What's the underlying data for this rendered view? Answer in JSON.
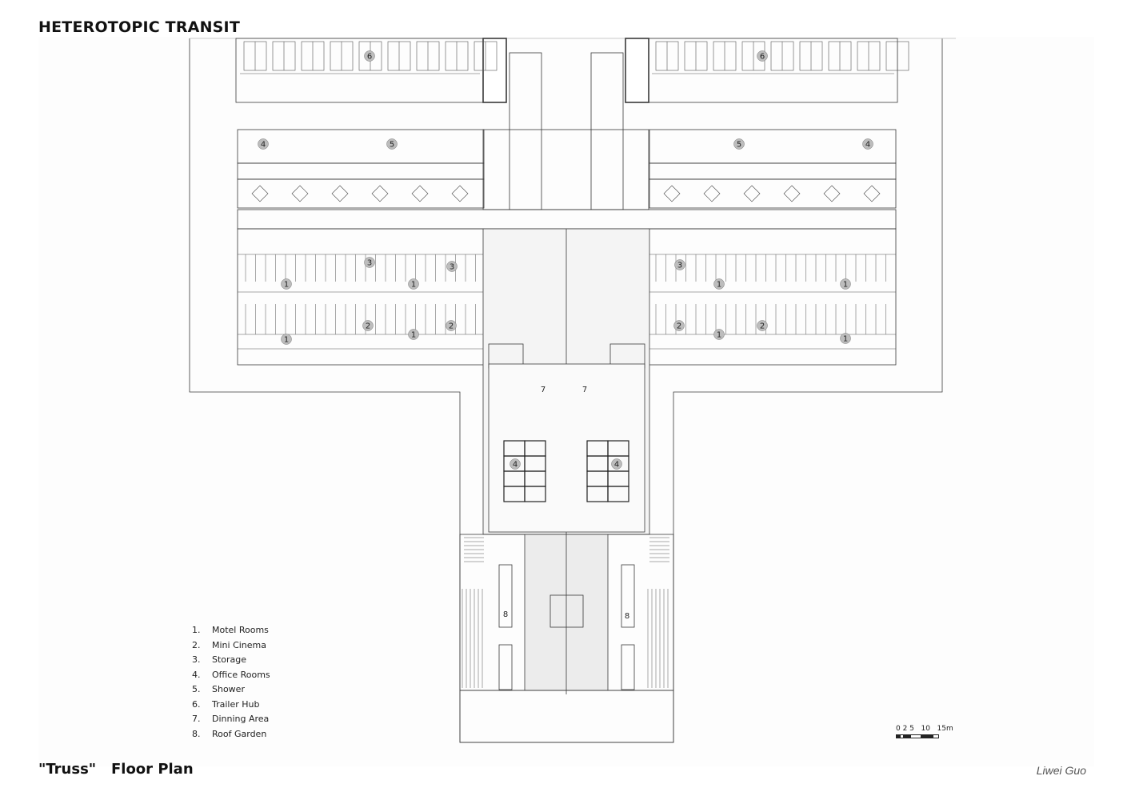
{
  "header": {
    "project_title": "HETEROTOPIC TRANSIT"
  },
  "footer": {
    "drawing_title": "\"Truss\"   Floor Plan",
    "author": "Liwei Guo"
  },
  "legend": [
    {
      "num": "1.",
      "label": "Motel Rooms"
    },
    {
      "num": "2.",
      "label": "Mini Cinema"
    },
    {
      "num": "3.",
      "label": "Storage"
    },
    {
      "num": "4.",
      "label": "Office Rooms"
    },
    {
      "num": "5.",
      "label": "Shower"
    },
    {
      "num": "6.",
      "label": "Trailer Hub"
    },
    {
      "num": "7.",
      "label": "Dinning Area"
    },
    {
      "num": "8.",
      "label": "Roof Garden"
    }
  ],
  "scale_bar": {
    "labels": "0 2 5   10   15m"
  },
  "plan_tags": {
    "trailer_hub": "6",
    "office_rooms": "4",
    "shower": "5",
    "storage": "3",
    "motel_rooms": "1",
    "mini_cinema": "2",
    "dinning_area": "7",
    "roof_garden": "8"
  },
  "colors": {
    "line": "#3a3a3a",
    "tag_fill": "#bdbdbd",
    "hatch": "#e9e9e9"
  }
}
